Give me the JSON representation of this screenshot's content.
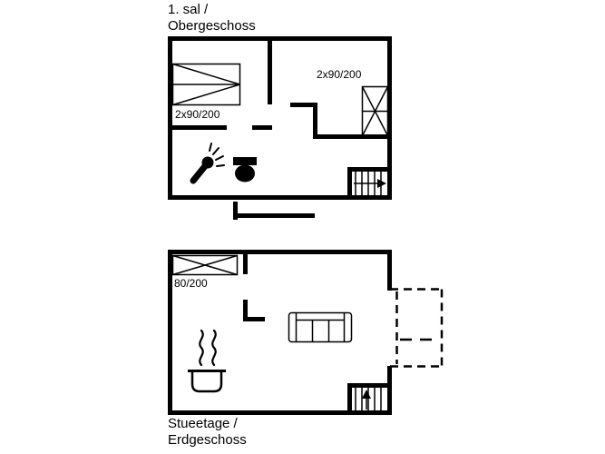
{
  "colors": {
    "line": "#000000",
    "background": "#ffffff"
  },
  "floors": {
    "upper": {
      "label_line1": "1. sal /",
      "label_line2": "Obergeschoss",
      "beds": [
        "2x90/200",
        "2x90/200"
      ]
    },
    "lower": {
      "label_line1": "Stueetage /",
      "label_line2": "Erdgeschoss",
      "beds": [
        "80/200"
      ]
    }
  },
  "icons": {
    "shower": "shower-icon",
    "toilet": "toilet-icon",
    "stairs_upper": "stairs-icon",
    "stairs_lower": "stairs-icon",
    "sofa": "sofa-icon",
    "cooking_pot": "cooking-pot-icon",
    "steam": "steam-icon",
    "terrace": "terrace-dashed-outline"
  }
}
